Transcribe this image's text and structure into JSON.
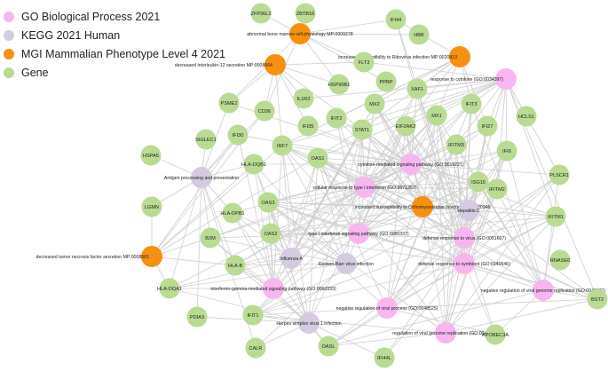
{
  "legend": [
    {
      "label": "GO Biological Process 2021",
      "color": "#f7b6f0"
    },
    {
      "label": "KEGG 2021 Human",
      "color": "#d5cbe0"
    },
    {
      "label": "MGI Mammalian Phenotype Level 4 2021",
      "color": "#f7900f"
    },
    {
      "label": "Gene",
      "color": "#b9db93"
    }
  ],
  "colors": {
    "edge": "#cfcfcf",
    "go": "#f7b6f0",
    "kegg": "#d5cbe0",
    "mgi": "#f7900f",
    "gene": "#b9db93"
  },
  "nodes": [
    {
      "id": "zfp",
      "label": "ZFP36L2",
      "type": "gene"
    },
    {
      "id": "zbtb",
      "label": "ZBTB16",
      "type": "gene"
    },
    {
      "id": "ifi44",
      "label": "IFI44",
      "type": "gene"
    },
    {
      "id": "hbb",
      "label": "HBB",
      "type": "gene"
    },
    {
      "id": "mgi_bm",
      "label": "abnormal bone marrow cell physiology MP:0009278",
      "type": "mgi"
    },
    {
      "id": "mgi_rib",
      "label": "increased susceptibility to Ribovirus infection MP:0020913",
      "type": "mgi"
    },
    {
      "id": "mgi_il12",
      "label": "decreased interleukin-12 secretion MP:0008664",
      "type": "mgi"
    },
    {
      "id": "flt3",
      "label": "FLT3",
      "type": "gene"
    },
    {
      "id": "go_cyto",
      "label": "response to cytokine (GO:0034097)",
      "type": "go"
    },
    {
      "id": "hsp",
      "label": "HSP90B1",
      "type": "gene"
    },
    {
      "id": "ppbp",
      "label": "PPBP",
      "type": "gene"
    },
    {
      "id": "xaf1",
      "label": "XAF1",
      "type": "gene"
    },
    {
      "id": "il1r2",
      "label": "IL1R2",
      "type": "gene"
    },
    {
      "id": "psme2",
      "label": "PSME2",
      "type": "gene"
    },
    {
      "id": "cd36",
      "label": "CD36",
      "type": "gene"
    },
    {
      "id": "mx2",
      "label": "MX2",
      "type": "gene"
    },
    {
      "id": "ifit3",
      "label": "IFIT3",
      "type": "gene"
    },
    {
      "id": "hcls1",
      "label": "HCLS1",
      "type": "gene"
    },
    {
      "id": "ifi35",
      "label": "IFI35",
      "type": "gene"
    },
    {
      "id": "ifit2",
      "label": "IFIT2",
      "type": "gene"
    },
    {
      "id": "mx1",
      "label": "MX1",
      "type": "gene"
    },
    {
      "id": "eif2ak2",
      "label": "EIF2AK2",
      "type": "gene"
    },
    {
      "id": "stat1",
      "label": "STAT1",
      "type": "gene"
    },
    {
      "id": "siglec1",
      "label": "SIGLEC1",
      "type": "gene"
    },
    {
      "id": "ifi30",
      "label": "IFI30",
      "type": "gene"
    },
    {
      "id": "ifi27",
      "label": "IFI27",
      "type": "gene"
    },
    {
      "id": "hspa5",
      "label": "HSPA5",
      "type": "gene"
    },
    {
      "id": "irf7",
      "label": "IRF7",
      "type": "gene"
    },
    {
      "id": "oas1",
      "label": "OAS1",
      "type": "gene"
    },
    {
      "id": "ifitm3",
      "label": "IFITM3",
      "type": "gene"
    },
    {
      "id": "ifi6",
      "label": "IFI6",
      "type": "gene"
    },
    {
      "id": "hladqb1",
      "label": "HLA-DQB1",
      "type": "gene"
    },
    {
      "id": "go_csp",
      "label": "cytokine-mediated signaling pathway (GO:0019221)",
      "type": "go"
    },
    {
      "id": "plscr1",
      "label": "PLSCR1",
      "type": "gene"
    },
    {
      "id": "kegg_apc",
      "label": "Antigen processing and presentation",
      "type": "kegg"
    },
    {
      "id": "isg15",
      "label": "ISG15",
      "type": "gene"
    },
    {
      "id": "go_ct1",
      "label": "cellular response to type I interferon (GO:0071357)",
      "type": "go"
    },
    {
      "id": "ifitm2",
      "label": "IFITM2",
      "type": "gene"
    },
    {
      "id": "lgmn",
      "label": "LGMN",
      "type": "gene"
    },
    {
      "id": "oas3",
      "label": "OAS3",
      "type": "gene"
    },
    {
      "id": "mgi_ortho",
      "label": "increased susceptibility to Orthomyxoviridae infection MP:0020946",
      "type": "mgi"
    },
    {
      "id": "kegg_hepc",
      "label": "Hepatitis C",
      "type": "kegg"
    },
    {
      "id": "hladpb1",
      "label": "HLA-DPB1",
      "type": "gene"
    },
    {
      "id": "ifitm1",
      "label": "IFITM1",
      "type": "gene"
    },
    {
      "id": "b2m",
      "label": "B2M",
      "type": "gene"
    },
    {
      "id": "oas2",
      "label": "OAS2",
      "type": "gene"
    },
    {
      "id": "go_t1",
      "label": "type I interferon signaling pathway (GO:0060337)",
      "type": "go"
    },
    {
      "id": "go_drv",
      "label": "defense response to virus (GO:0051607)",
      "type": "go"
    },
    {
      "id": "mgi_tnf",
      "label": "decreased tumor necrosis factor secretion MP:0008561",
      "type": "mgi"
    },
    {
      "id": "kegg_flu",
      "label": "Influenza A",
      "type": "kegg"
    },
    {
      "id": "hlab",
      "label": "HLA-B",
      "type": "gene"
    },
    {
      "id": "kegg_ebv",
      "label": "Epstein-Barr virus infection",
      "type": "kegg"
    },
    {
      "id": "go_drs",
      "label": "defense response to symbiont (GO:0140546)",
      "type": "go"
    },
    {
      "id": "rnase6",
      "label": "RNASE6",
      "type": "gene"
    },
    {
      "id": "hladqa1",
      "label": "HLA-DQA1",
      "type": "gene"
    },
    {
      "id": "go_ifng",
      "label": "interferon-gamma-mediated signaling pathway (GO:0060333)",
      "type": "go"
    },
    {
      "id": "go_nrvg",
      "label": "negative regulation of viral genome replication (GO:0045071)",
      "type": "go"
    },
    {
      "id": "pdia3",
      "label": "PDIA3",
      "type": "gene"
    },
    {
      "id": "ifit1",
      "label": "IFIT1",
      "type": "gene"
    },
    {
      "id": "go_nrvp",
      "label": "negative regulation of viral process (GO:0048525)",
      "type": "go"
    },
    {
      "id": "bst2",
      "label": "BST2",
      "type": "gene"
    },
    {
      "id": "kegg_hsv",
      "label": "Herpes simplex virus 1 infection",
      "type": "kegg"
    },
    {
      "id": "go_rvg",
      "label": "regulation of viral genome replication (GO:0045069)",
      "type": "go"
    },
    {
      "id": "apobec3a",
      "label": "APOBEC3A",
      "type": "gene"
    },
    {
      "id": "calr",
      "label": "CALR",
      "type": "gene"
    },
    {
      "id": "oasl",
      "label": "OASL",
      "type": "gene"
    },
    {
      "id": "ifi44l",
      "label": "IFI44L",
      "type": "gene"
    }
  ]
}
